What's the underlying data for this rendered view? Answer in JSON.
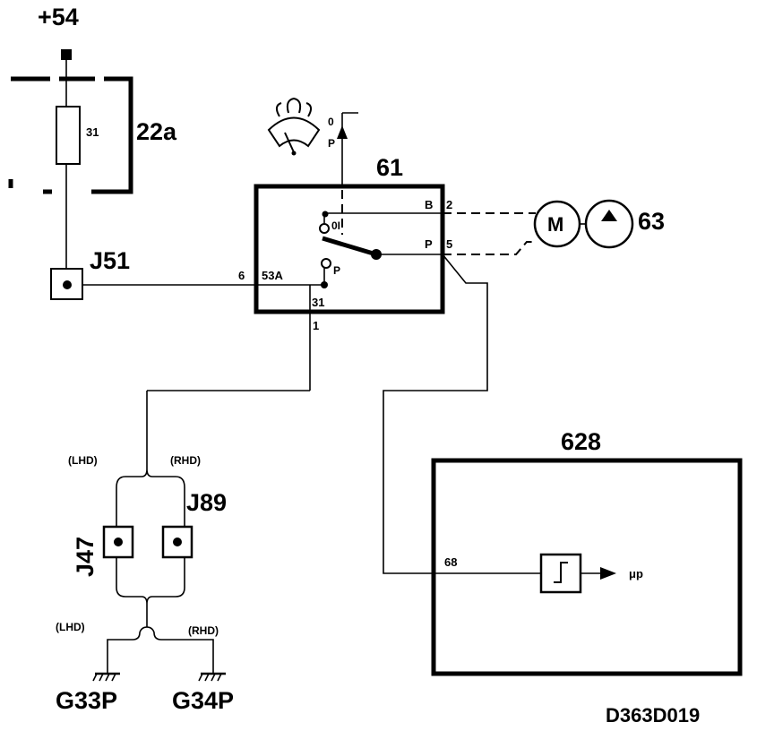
{
  "supply": {
    "label": "+54"
  },
  "fuse": {
    "ref": "22a",
    "pin": "31"
  },
  "connector_j51": {
    "ref": "J51"
  },
  "switch": {
    "ref": "61",
    "pin_b": "B",
    "pin_b_num": "2",
    "pin_p": "P",
    "pin_p_num": "5",
    "pin_53a": "53A",
    "pin_53a_num": "6",
    "pin_31": "31",
    "pin_31_num": "1",
    "pos_0i": "0I",
    "pos_p": "P"
  },
  "wiper_symbol": {
    "o_label": "0",
    "p_label": "P"
  },
  "motor": {
    "ref": "63",
    "letter": "M"
  },
  "ecu": {
    "ref": "628",
    "pin": "68",
    "output": "μp"
  },
  "ground_connectors": {
    "j47": "J47",
    "j89": "J89",
    "lhd_top": "(LHD)",
    "rhd_top": "(RHD)",
    "lhd_bottom": "(LHD)",
    "rhd_bottom": "(RHD)"
  },
  "grounds": {
    "g33": "G33P",
    "g34": "G34P"
  },
  "drawing_code": "D363D019"
}
